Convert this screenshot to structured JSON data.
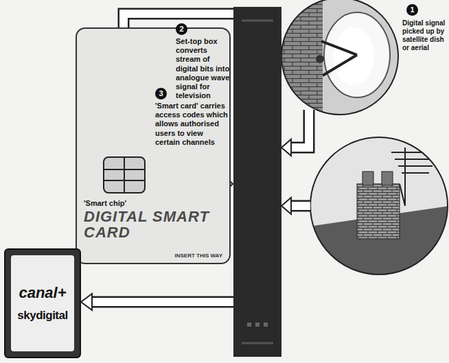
{
  "diagram": {
    "nodes": [
      {
        "text": [
          "DIGITAL SMART CARD",
          "INSERT THIS WAY"
        ]
      },
      {
        "text": [
          "'Smart chip'"
        ],
        "in": 0
      },
      {
        "text": [
          "canal+",
          "skydigital"
        ]
      }
    ],
    "labels": [
      "1",
      "Digital signal picked up by satellite dish or aerial",
      "2",
      "Set-top box converts stream of digital bits into analogue wave signal for television",
      "3",
      "'Smart card' carries access codes which allows authorised users to view certain channels"
    ]
  }
}
